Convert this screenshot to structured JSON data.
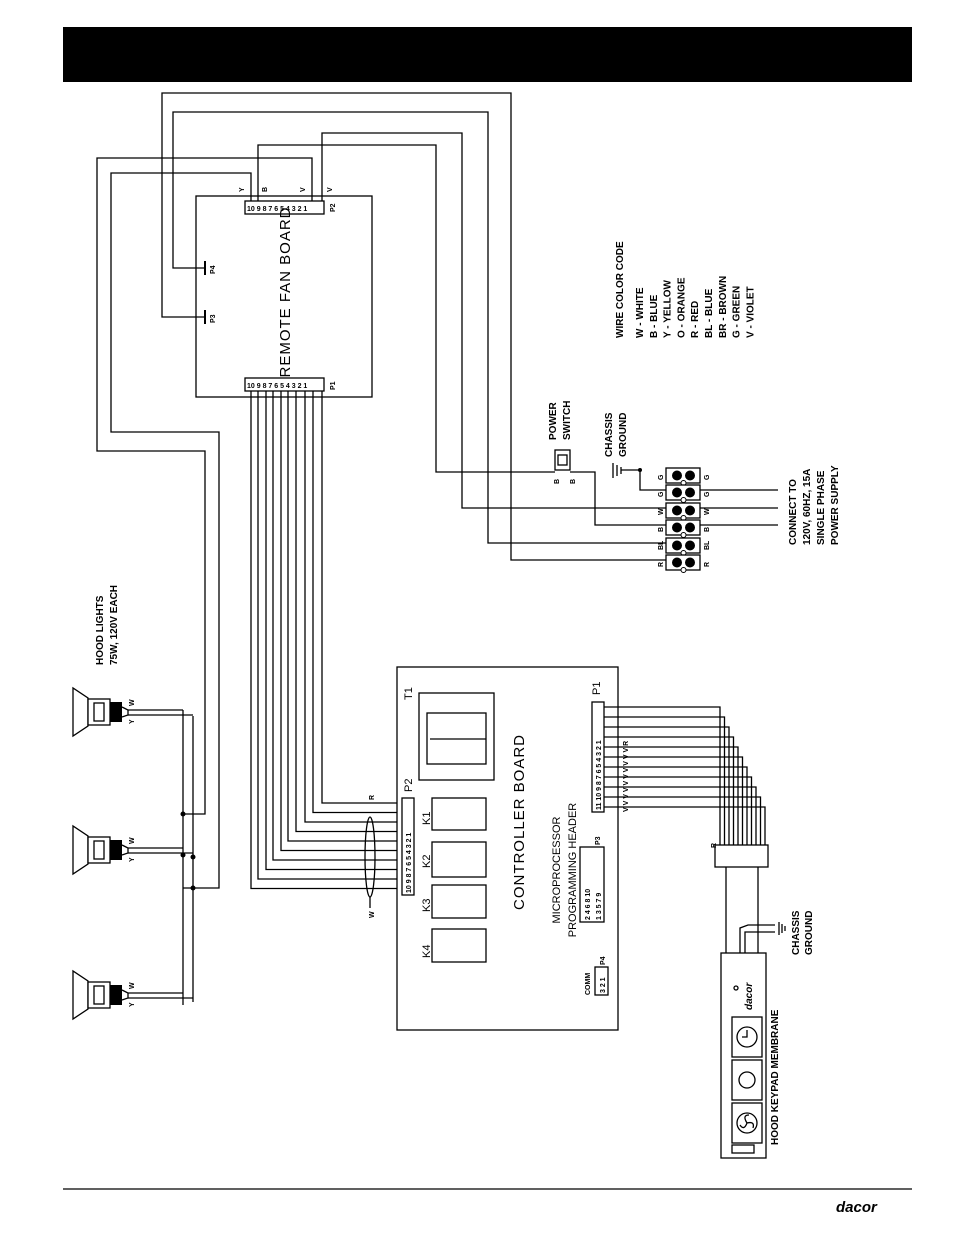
{
  "remote_fan_board": {
    "title": "REMOTE FAN BOARD",
    "p1_label": "P1",
    "p2_label": "P2",
    "p3_label": "P3",
    "p4_label": "P4",
    "pins": "10 9 8 7 6 5 4 3 2 1",
    "p2_wires": [
      "Y",
      "B",
      "V",
      "V"
    ]
  },
  "controller_board": {
    "title": "CONTROLLER BOARD",
    "t1": "T1",
    "relays": [
      "K1",
      "K2",
      "K3",
      "K4"
    ],
    "p1_label": "P1",
    "p1_pins": "11 10 9 8 7 6 5 4 3 2 1",
    "p1_wires": "V V V V V V V V V V R",
    "p2_label": "P2",
    "p2_pins": "10 9 8 7 6 5 4 3 2 1",
    "p3_label": "P3",
    "p3_top": "2 4 6 8 10",
    "p3_bottom": "1 3 5 7 9",
    "p4_label": "P4",
    "p4_pins": "3 2 1",
    "comm": "COMM",
    "micro_line1": "MICROPROCESSOR",
    "micro_line2": "PROGRAMMING HEADER",
    "bundle_top": "R",
    "bundle_bottom": "W"
  },
  "hood_lights": {
    "line1": "HOOD LIGHTS",
    "line2": "75W, 120V EACH",
    "wire_w": "W",
    "wire_y": "Y"
  },
  "power": {
    "switch_line1": "POWER",
    "switch_line2": "SWITCH",
    "switch_wire": "B",
    "ground_line1": "CHASSIS",
    "ground_line2": "GROUND",
    "terminal_left": [
      "G",
      "G",
      "W",
      "B",
      "BL",
      "R"
    ],
    "terminal_right": [
      "G",
      "G",
      "W",
      "B",
      "BL",
      "R"
    ],
    "supply": [
      "CONNECT TO",
      "120V, 60HZ, 15A",
      "SINGLE PHASE",
      "POWER SUPPLY"
    ]
  },
  "wire_color_code": {
    "title": "WIRE COLOR CODE",
    "items": [
      "W - WHITE",
      "B - BLUE",
      "Y - YELLOW",
      "O - ORANGE",
      "R - RED",
      "BL - BLUE",
      "BR - BROWN",
      "G - GREEN",
      "V - VIOLET"
    ]
  },
  "keypad": {
    "label": "HOOD KEYPAD MEMBRANE",
    "ribbon_wire": "R",
    "ground_line1": "CHASSIS",
    "ground_line2": "GROUND",
    "icons": [
      "timer-icon",
      "light-icon",
      "fan-icon"
    ]
  },
  "footer": {
    "brand": "dacor"
  }
}
